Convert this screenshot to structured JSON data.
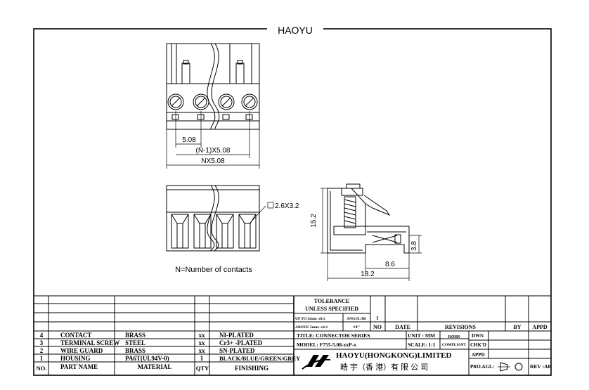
{
  "top_label": "HAOYU",
  "dims": {
    "pitch": "5.08",
    "n_minus_1": "(N-1)X5.08",
    "n_total": "NX5.08",
    "wire_hole": "2.6X3.2",
    "height": "15.2",
    "d38": "3.8",
    "d86": "8.6",
    "d182": "18.2"
  },
  "note": "N=Number of contacts",
  "tolerance": {
    "line1": "TOLERANCE",
    "line2": "UNLESS  SPECIFIED",
    "upto": "UP TO 5mm: ±0.1",
    "angular": "ANGULAR",
    "f": "f",
    "above": "ABOVE 5mm: ±0.2",
    "deg": "±1°"
  },
  "rev_headers": {
    "no": "NO",
    "date": "DATE",
    "revisions": "REVISIONS",
    "by": "BY",
    "appd": "APPD"
  },
  "bom": [
    {
      "no": "4",
      "part": "CONTACT",
      "material": "BRASS",
      "qty": "xx",
      "finish": "NI-PLATED"
    },
    {
      "no": "3",
      "part": "TERMINAL SCREW",
      "material": "STEEL",
      "qty": "xx",
      "finish": "Cr3+ -PLATED"
    },
    {
      "no": "2",
      "part": "WIRE GUARD",
      "material": "BRASS",
      "qty": "xx",
      "finish": "SN-PLATED"
    },
    {
      "no": "1",
      "part": "HOUSING",
      "material": "PA6T(UL94V-0)",
      "qty": "1",
      "finish": "BLACK/BLUE/GREEN/GREY"
    }
  ],
  "bom_header": {
    "no": "NO.",
    "part": "PART   NAME",
    "material": "MATERIAL",
    "qty": "QTY",
    "finish": "FINISHING"
  },
  "title_block": {
    "title": "TITLE: CONNECTOR SERIES",
    "unit": "UNIT : MM",
    "rohs1": "ROHS",
    "rohs2": "COMPLIANT",
    "dwn": "DWN",
    "model": "MODEL: F755-5.08-xxP-x",
    "scale": "SCALE: 1:1",
    "chkd": "CHK'D",
    "company": "HAOYU(HONGKONG)LIMITED",
    "company_cn": "皓 宇（香 港）有 限 公 司",
    "appd": "APPD",
    "proagl": "PRO.AGL:",
    "rev": "REV :A0"
  }
}
